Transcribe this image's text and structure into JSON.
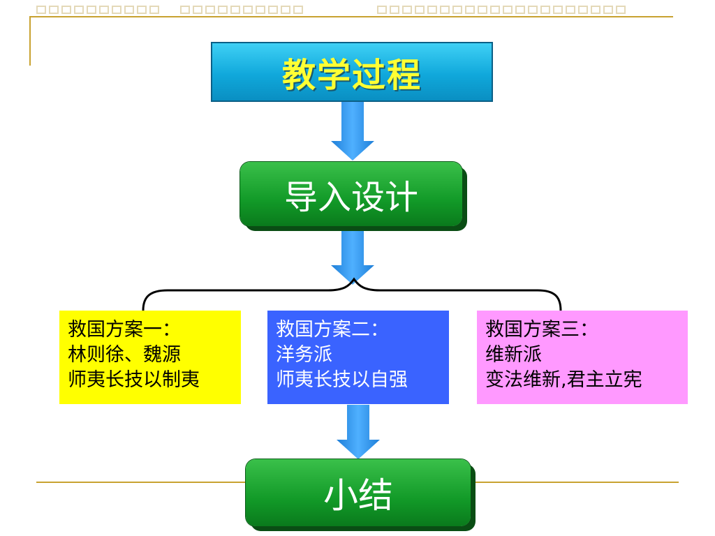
{
  "title": "教学过程",
  "intro": "导入设计",
  "schemes": [
    {
      "heading": "救国方案一：",
      "group": "林则徐、魏源",
      "policy": "师夷长技以制夷"
    },
    {
      "heading": "救国方案二：",
      "group": "洋务派",
      "policy": "师夷长技以自强"
    },
    {
      "heading": "救国方案三：",
      "group": "维新派",
      "policy": "变法维新,君主立宪"
    }
  ],
  "summary": "小结",
  "colors": {
    "title_bg": "#10a8db",
    "title_text": "#ffff33",
    "button_green": "#129a28",
    "scheme_1_bg": "#ffff00",
    "scheme_2_bg": "#3a63ff",
    "scheme_3_bg": "#ff99ff",
    "arrow": "#3a9cf0",
    "frame": "#c8a230"
  }
}
